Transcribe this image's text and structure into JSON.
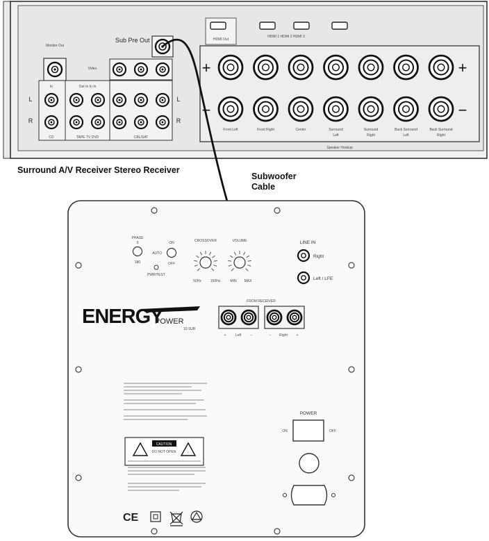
{
  "receiver": {
    "caption": "Surround A/V Receiver Stereo Receiver",
    "sub_pre_out": "Sub Pre Out",
    "monitor_out": "Monitor Out",
    "video": "Video",
    "in": "In",
    "out_in_in_in": "Out In In In",
    "l": "L",
    "r": "R",
    "cd": "CD",
    "tape_tv_dvd": "TAPE TV DVD",
    "cbl_sat": "CBL/SAT",
    "hdmi_out": "HDMI Out",
    "hdmi_in_labels": "HDMI 1  HDMI 2  HDMI 3",
    "speaker_hookup": "Speaker Hookup",
    "plus": "+",
    "minus": "−",
    "speakers": [
      {
        "line1": "Front Left",
        "line2": ""
      },
      {
        "line1": "Front Right",
        "line2": ""
      },
      {
        "line1": "Center",
        "line2": ""
      },
      {
        "line1": "Surround",
        "line2": "Left"
      },
      {
        "line1": "Surround",
        "line2": "Right"
      },
      {
        "line1": "Back Surround",
        "line2": "Left"
      },
      {
        "line1": "Back Surround",
        "line2": "Right"
      }
    ]
  },
  "cable": {
    "line1": "Subwoofer",
    "line2": "Cable"
  },
  "subwoofer": {
    "phase": "PHASE",
    "phase_0": "0",
    "phase_180": "180",
    "on": "ON",
    "auto": "AUTO",
    "off": "OFF",
    "pwr_test": "PWR/TEST",
    "crossover": "CROSSOVER",
    "crossover_min": "50Hz",
    "crossover_max": "150Hz",
    "volume": "VOLUME",
    "volume_min": "MIN",
    "volume_max": "MAX",
    "line_in": "LINE IN",
    "right": "Right",
    "left_lfe": "Left / LFE",
    "from_receiver": "FROM RECEIVER",
    "left": "Left",
    "right2": "Right",
    "logo": "ENERGY",
    "power_word": "POWER",
    "model": "10 SUB",
    "power": "POWER",
    "power_on": "ON",
    "power_off": "OFF",
    "caution": "CAUTION",
    "caution_sub": "DO NOT OPEN",
    "ce_mark": "CE"
  }
}
